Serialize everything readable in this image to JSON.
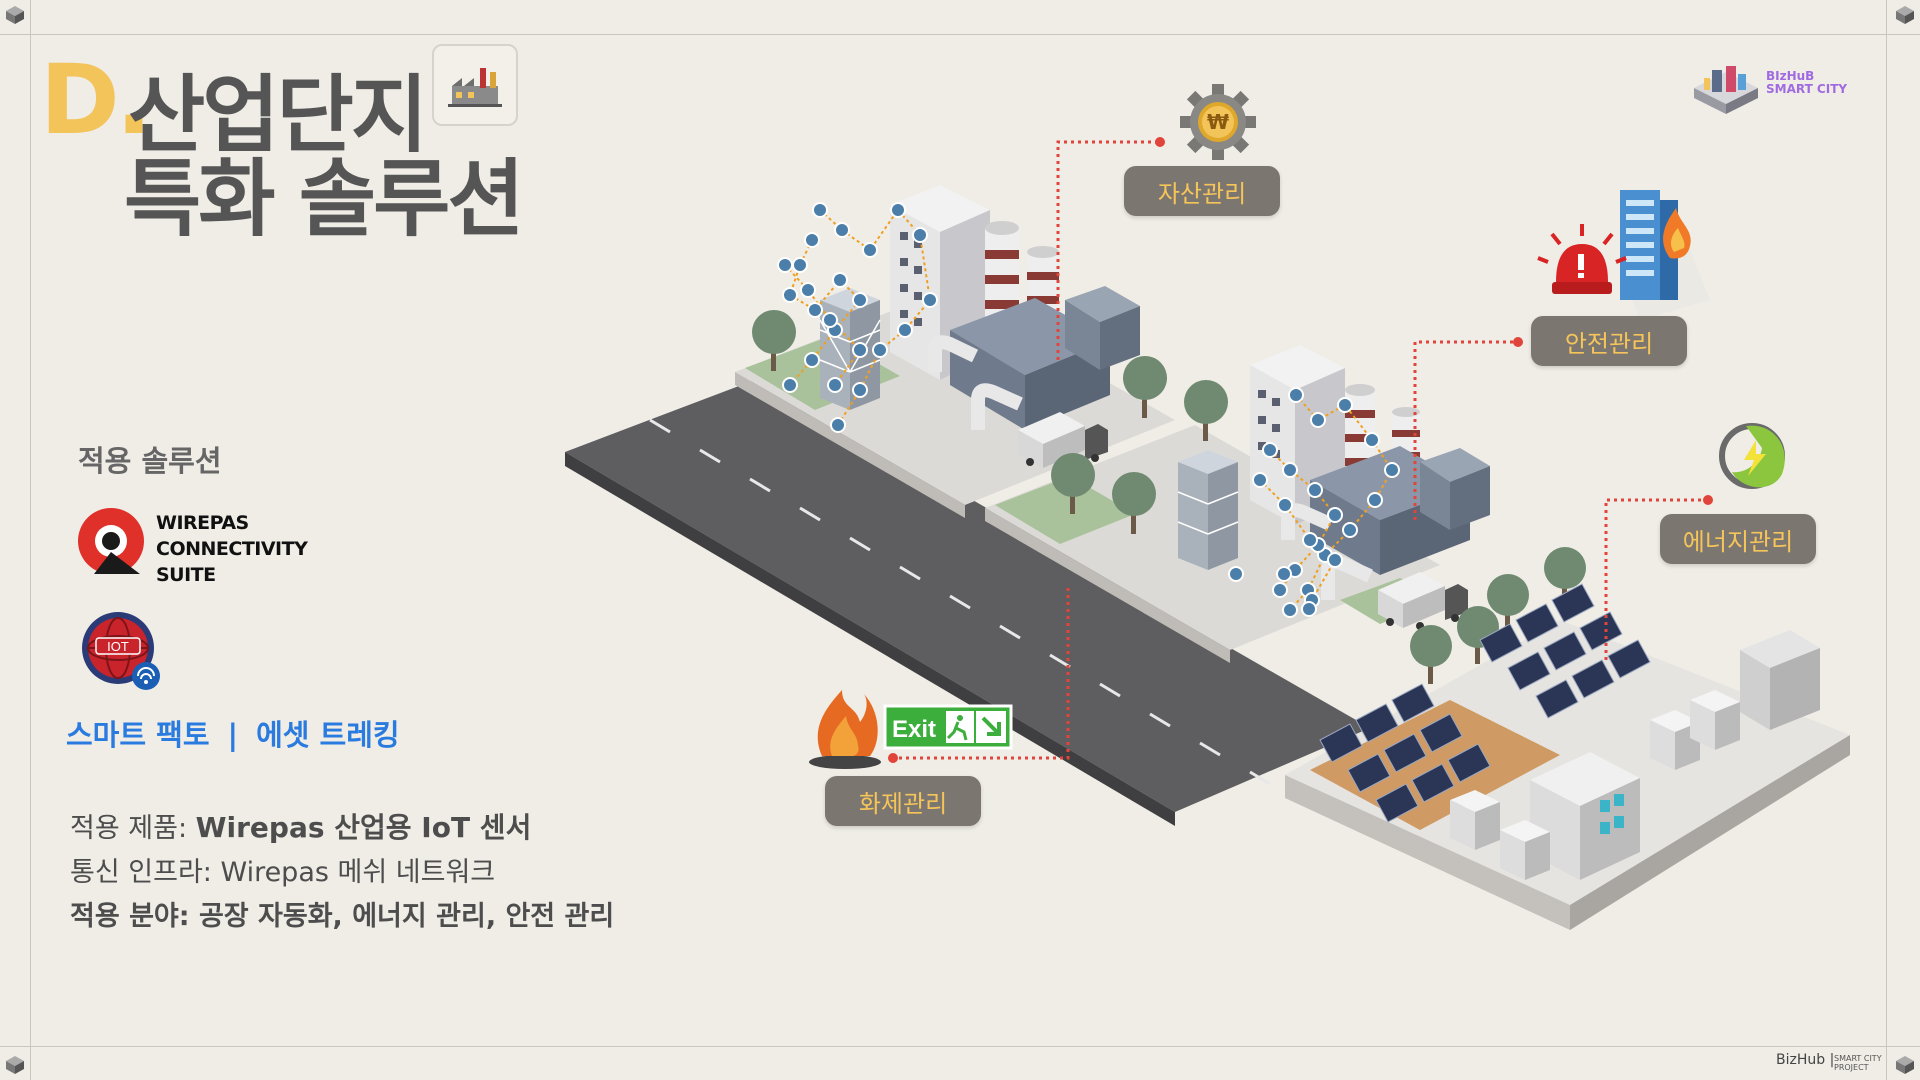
{
  "title": {
    "letter": "D.",
    "line1": "산업단지",
    "line2": "특화 솔루션"
  },
  "logo": {
    "line1": "BIzHuB",
    "line2": "SMART CITY"
  },
  "solution_section_label": "적용 솔루션",
  "wirepas": {
    "line1": "WIREPAS",
    "line2": "CONNECTIVITY",
    "line3": "SUITE"
  },
  "iot_badge_text": "IOT",
  "categories": {
    "left": "스마트 팩토",
    "separator": "|",
    "right": "에셋 트레킹"
  },
  "specs": {
    "product_label": "적용 제품:",
    "product_value": "Wirepas 산업용 IoT 센서",
    "infra": "통신 인프라: Wirepas 메쉬 네트워크",
    "fields": "적용 분야: 공장 자동화, 에너지 관리, 안전 관리"
  },
  "callouts": {
    "asset": "자산관리",
    "safety": "안전관리",
    "energy": "에너지관리",
    "fire": "화제관리"
  },
  "exit_sign": "Exit",
  "asset_coin_symbol": "₩",
  "footer": {
    "brand": "BizHub",
    "sep": "|",
    "small1": "SMART CITY",
    "small2": "PROJECT"
  },
  "colors": {
    "accent": "#f2c45a",
    "pill": "#7c7670",
    "category": "#2a7be0",
    "callout_line": "#e0443a"
  },
  "icons": [
    "factory-icon",
    "gear-coin-icon",
    "alarm-building-icon",
    "energy-leaf-icon",
    "fire-icon",
    "exit-sign-icon",
    "wirepas-logo-icon",
    "iot-globe-icon"
  ]
}
